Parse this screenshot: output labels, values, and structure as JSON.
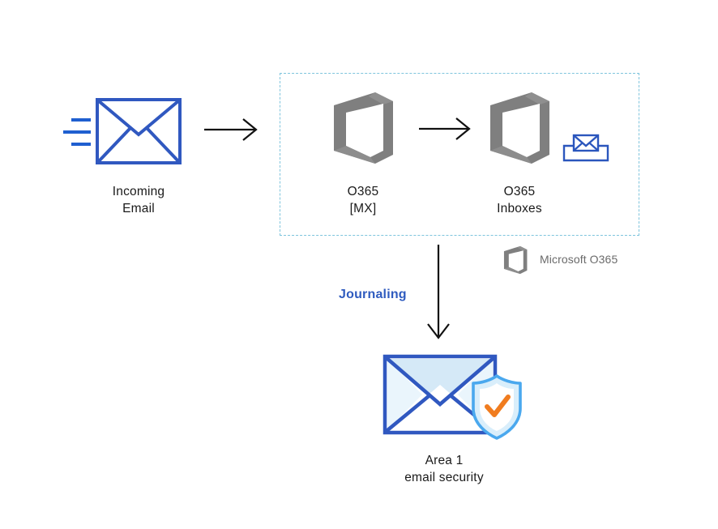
{
  "diagram": {
    "title": "Office 365 journaling to Area 1 email security flow",
    "background_color": "#ffffff"
  },
  "colors": {
    "envelope_blue": "#3058c0",
    "envelope_blue_dark": "#2b56bd",
    "speed_line_blue": "#1f5fd0",
    "o365_gray": "#7f7f7f",
    "o365_gray_light": "#9a9a9a",
    "dashed_border": "#7ec4dd",
    "arrow_black": "#111111",
    "journaling_blue": "#2f5bbf",
    "legend_text_gray": "#6b6b6b",
    "label_black": "#1a1a1a",
    "shield_ring_blue": "#6fc4f2",
    "shield_fill_light": "#d9eefb",
    "check_orange": "#f07c1f",
    "envelope_fill_light": "#d5e9f7",
    "envelope_fill_pale": "#eaf5fc"
  },
  "nodes": {
    "incoming_email": {
      "label": "Incoming\nEmail",
      "icon": "envelope-with-speed-lines-icon"
    },
    "o365_mx": {
      "label": "O365\n[MX]",
      "icon": "office-365-box-icon"
    },
    "o365_inboxes": {
      "label": "O365\nInboxes",
      "icon": "office-365-box-icon",
      "secondary_icon": "inbox-tray-envelope-icon"
    },
    "area1": {
      "label": "Area 1\nemail security",
      "icon": "envelope-shield-check-icon"
    }
  },
  "edges": {
    "incoming_to_mx": {
      "label": "",
      "direction": "right",
      "icon": "arrow-right-icon"
    },
    "mx_to_inboxes": {
      "label": "",
      "direction": "right",
      "icon": "arrow-right-icon"
    },
    "inboxes_to_area1": {
      "label": "Journaling",
      "direction": "down",
      "icon": "arrow-down-icon"
    }
  },
  "group": {
    "name": "microsoft-o365-boundary",
    "style": "dashed"
  },
  "legend": {
    "items": [
      {
        "icon": "office-365-box-icon",
        "label": "Microsoft O365"
      }
    ]
  }
}
